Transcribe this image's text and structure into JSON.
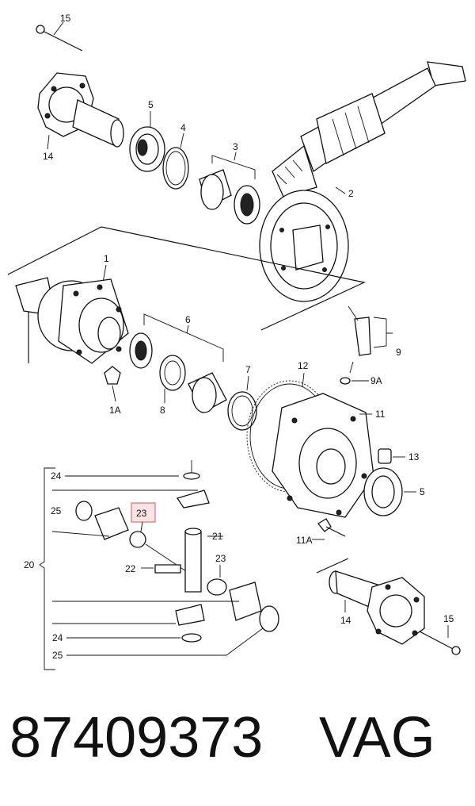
{
  "callouts": {
    "c15a": "15",
    "c14a": "14",
    "c5a": "5",
    "c4": "4",
    "c3": "3",
    "c2": "2",
    "c1": "1",
    "c6": "6",
    "c1A": "1A",
    "c8": "8",
    "c7": "7",
    "c12": "12",
    "c9": "9",
    "c9A": "9A",
    "c11": "11",
    "c13": "13",
    "c5b": "5",
    "c11A": "11A",
    "c14b": "14",
    "c15b": "15",
    "c24a": "24",
    "c25a": "25",
    "c23hi": "23",
    "c21": "21",
    "c20": "20",
    "c22": "22",
    "c23b": "23",
    "c24b": "24",
    "c25b": "25"
  },
  "caption": {
    "part_number": "87409373",
    "brand": "VAG"
  },
  "highlight_color": "#e07070"
}
